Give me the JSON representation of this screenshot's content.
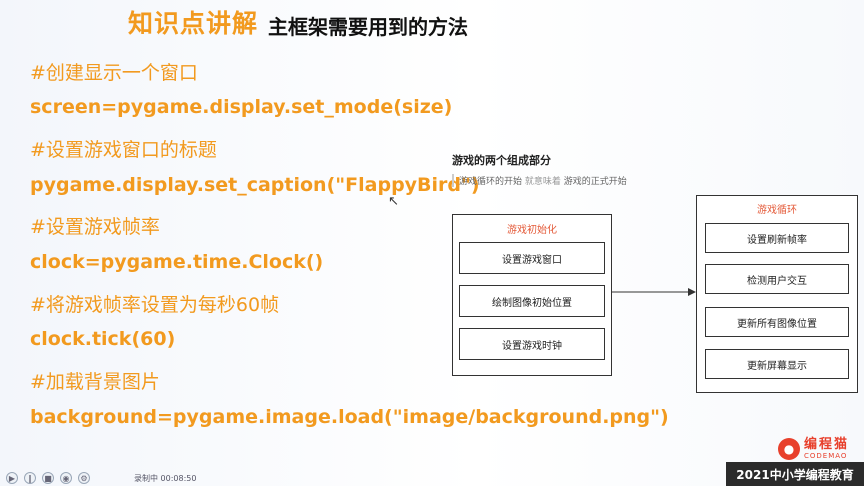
{
  "header": {
    "title_main": "知识点讲解",
    "title_sub": "主框架需要用到的方法"
  },
  "code_lines": [
    {
      "kind": "comment",
      "text": "#创建显示一个窗口"
    },
    {
      "kind": "code",
      "text": "screen=pygame.display.set_mode(size)"
    },
    {
      "kind": "comment",
      "text": "#设置游戏窗口的标题"
    },
    {
      "kind": "code",
      "text": "pygame.display.set_caption(\"FlappyBird\")"
    },
    {
      "kind": "comment",
      "text": "#设置游戏帧率"
    },
    {
      "kind": "code",
      "text": "clock=pygame.time.Clock()"
    },
    {
      "kind": "comment",
      "text": "#将游戏帧率设置为每秒60帧"
    },
    {
      "kind": "code",
      "text": "clock.tick(60)"
    },
    {
      "kind": "comment",
      "text": "#加载背景图片"
    },
    {
      "kind": "code",
      "text": "background=pygame.image.load(\"image/background.png\")"
    }
  ],
  "diagram": {
    "title": "游戏的两个组成部分",
    "subtitle_a": "游戏循环的开始",
    "subtitle_b": "就意味着",
    "subtitle_c": "游戏的正式开始",
    "init": {
      "title": "游戏初始化",
      "steps": [
        "设置游戏窗口",
        "绘制图像初始位置",
        "设置游戏时钟"
      ]
    },
    "loop": {
      "title": "游戏循环",
      "steps": [
        "设置刷新帧率",
        "检测用户交互",
        "更新所有图像位置",
        "更新屏幕显示"
      ]
    }
  },
  "brand": {
    "logo_cn": "编程猫",
    "logo_en": "CODEMAO",
    "banner": "2021中小学编程教育"
  },
  "taskbar": {
    "record_label": "录制中  00:08:50"
  },
  "colors": {
    "accent": "#f29a1f",
    "diagram_red": "#e45b3a",
    "brand_red": "#e8402c"
  }
}
